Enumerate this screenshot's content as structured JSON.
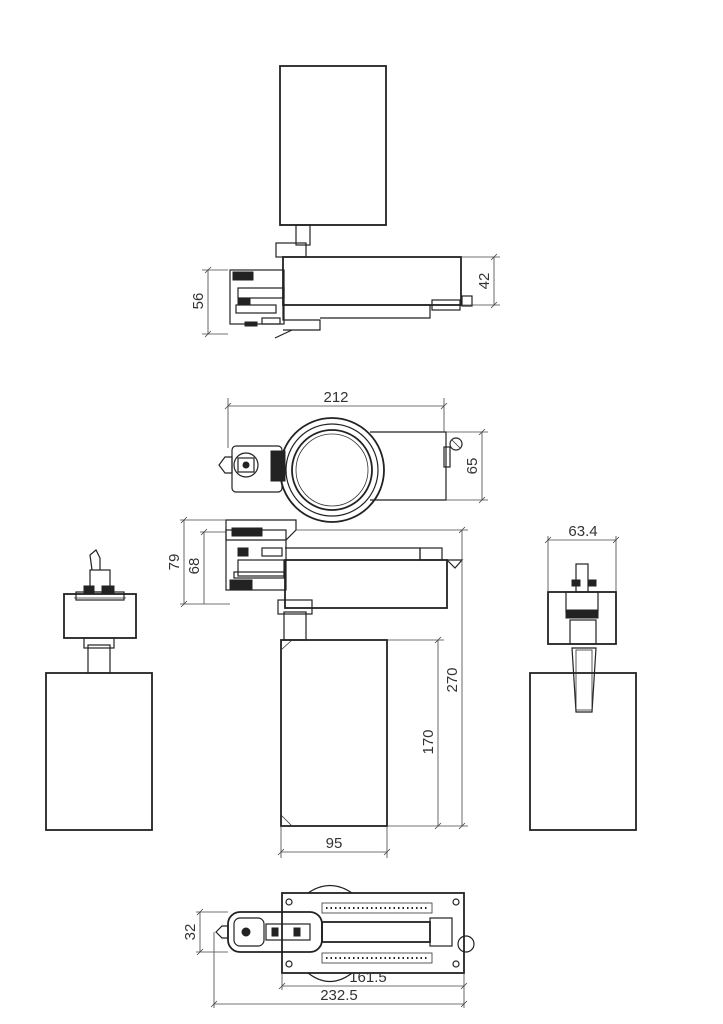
{
  "drawing": {
    "title": "",
    "views": [
      {
        "id": "side-view-top",
        "dimensions": [
          "56",
          "42"
        ]
      },
      {
        "id": "top-view-head",
        "dimensions": [
          "212",
          "65"
        ]
      },
      {
        "id": "front-view",
        "dimensions": [
          "79",
          "68",
          "270",
          "170",
          "95"
        ]
      },
      {
        "id": "left-view",
        "dimensions": []
      },
      {
        "id": "right-view",
        "dimensions": [
          "63.4"
        ]
      },
      {
        "id": "bottom-view",
        "dimensions": [
          "32",
          "161.5",
          "232.5"
        ]
      }
    ]
  },
  "dims": {
    "d56": "56",
    "d42": "42",
    "d212": "212",
    "d65": "65",
    "d79": "79",
    "d68": "68",
    "d270": "270",
    "d170": "170",
    "d95": "95",
    "d63_4": "63.4",
    "d32": "32",
    "d161_5": "161.5",
    "d232_5": "232.5"
  }
}
